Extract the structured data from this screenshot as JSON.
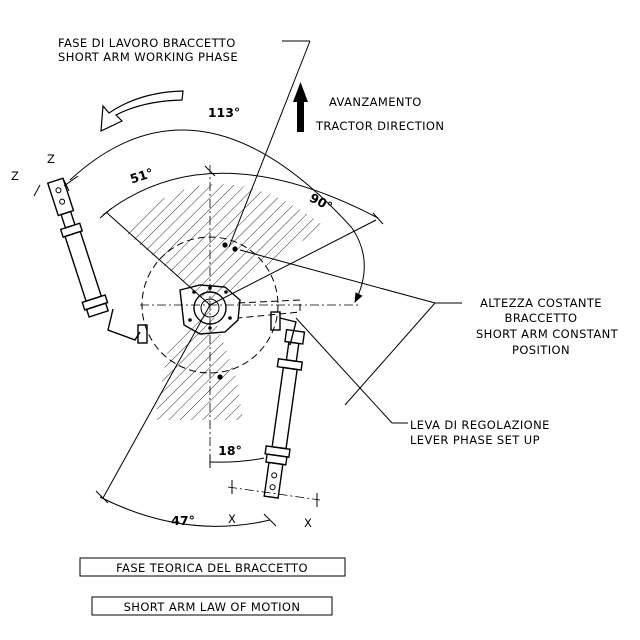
{
  "labels": {
    "working_phase_it": "FASE DI LAVORO BRACCETTO",
    "working_phase_en": "SHORT ARM WORKING PHASE",
    "advance_it": "AVANZAMENTO",
    "advance_en": "TRACTOR DIRECTION",
    "constant_it_1": "ALTEZZA COSTANTE",
    "constant_it_2": "BRACCETTO",
    "constant_en_1": "SHORT ARM CONSTANT",
    "constant_en_2": "POSITION",
    "lever_it": "LEVA DI REGOLAZIONE",
    "lever_en": "LEVER PHASE SET UP",
    "z_left": "Z",
    "z_top": "Z",
    "x_left": "X",
    "x_right": "X"
  },
  "angles": {
    "a113": "113°",
    "a51": "51°",
    "a90": "90°",
    "a18": "18°",
    "a47": "47°"
  },
  "captions": {
    "theory_it": "FASE TEORICA DEL BRACCETTO",
    "law_en": "SHORT ARM LAW OF MOTION"
  }
}
